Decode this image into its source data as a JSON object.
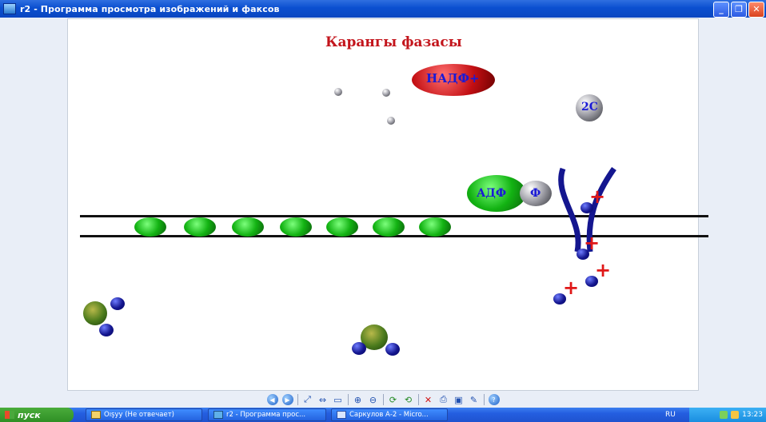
{
  "window": {
    "title": "r2 - Программа просмотра изображений и факсов",
    "controls": [
      "minimize",
      "maximize",
      "close"
    ]
  },
  "slide": {
    "title": "Карангы фазасы",
    "labels": {
      "nadf": "НАДФ+",
      "two_c": "2С",
      "adf": "АДФ",
      "f": "Ф"
    }
  },
  "toolbar": {
    "buttons": [
      "previous-image",
      "next-image",
      "best-fit",
      "actual-size",
      "slideshow",
      "zoom-in",
      "zoom-out",
      "rotate-clockwise",
      "rotate-counterclockwise",
      "delete",
      "print",
      "save",
      "open-editor",
      "help"
    ]
  },
  "taskbar": {
    "start_label": "пуск",
    "tasks": [
      {
        "label": "Оışуу (Не отвечает)"
      },
      {
        "label": "r2 - Программа прос..."
      },
      {
        "label": "Саркулов А-2 - Micro..."
      }
    ],
    "language": "RU",
    "clock": "13:23"
  }
}
